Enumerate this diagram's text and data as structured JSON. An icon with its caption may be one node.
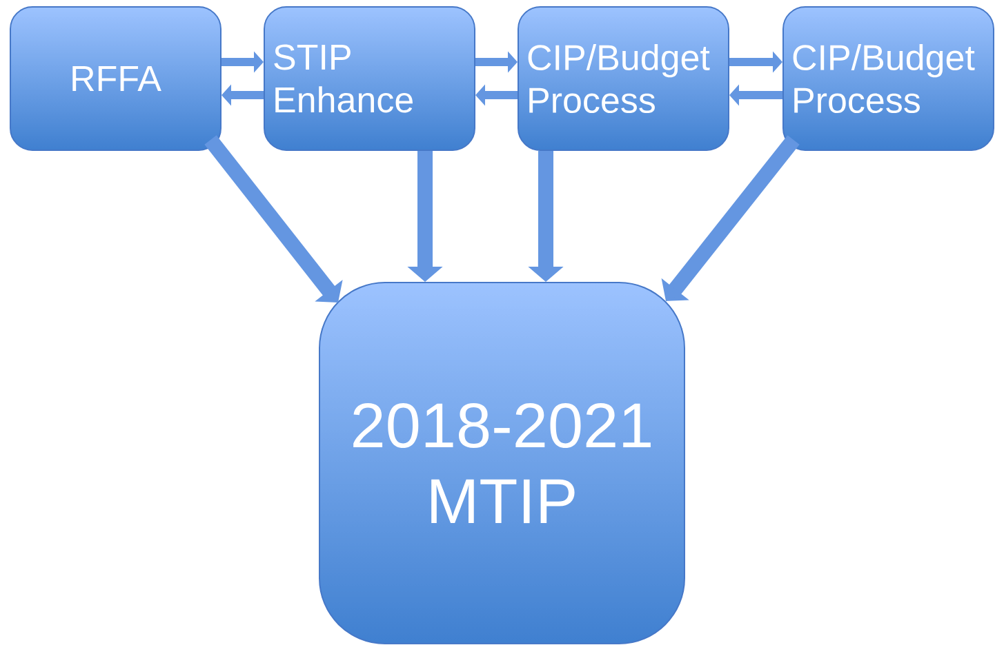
{
  "diagram": {
    "nodes": [
      {
        "text": [
          "RFFA"
        ]
      },
      {
        "text": [
          "STIP Enhance"
        ]
      },
      {
        "text": [
          "CIP/Budget Process"
        ]
      },
      {
        "text": [
          "CIP/Budget Process"
        ]
      },
      {
        "text": [
          "2018-2021 MTIP"
        ]
      }
    ],
    "edges": [
      {
        "from": 0,
        "to": 1,
        "arrow": "to"
      },
      {
        "from": 1,
        "to": 0,
        "arrow": "to"
      },
      {
        "from": 1,
        "to": 2,
        "arrow": "to"
      },
      {
        "from": 2,
        "to": 1,
        "arrow": "to"
      },
      {
        "from": 2,
        "to": 3,
        "arrow": "to"
      },
      {
        "from": 3,
        "to": 2,
        "arrow": "to"
      },
      {
        "from": 0,
        "to": 4,
        "arrow": "to",
        "style": "thick"
      },
      {
        "from": 1,
        "to": 4,
        "arrow": "to",
        "style": "thick"
      },
      {
        "from": 2,
        "to": 4,
        "arrow": "to",
        "style": "thick"
      },
      {
        "from": 3,
        "to": 4,
        "arrow": "to",
        "style": "thick"
      }
    ]
  }
}
